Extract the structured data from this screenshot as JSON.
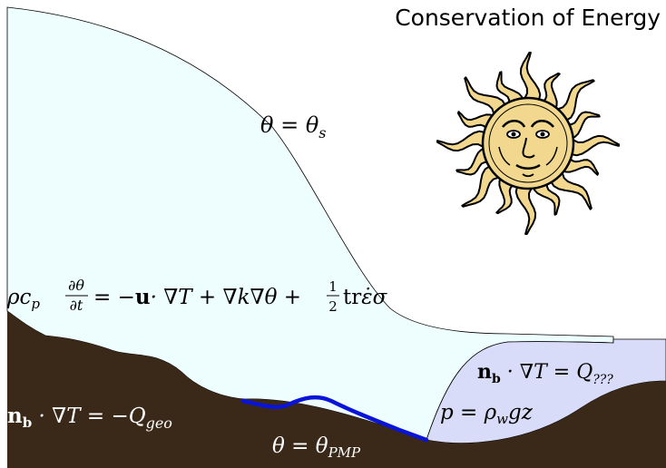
{
  "title": "Conservation of Energy",
  "labels": {
    "surface_bc": "θ = θ",
    "surface_bc_sub": "s",
    "energy_eq_lhs": "ρc",
    "energy_eq_lhs_sub": "p",
    "energy_eq_frac_num": "∂θ",
    "energy_eq_frac_den": "∂t",
    "energy_eq_rhs_1": "= −",
    "energy_eq_u": "u",
    "energy_eq_rhs_2": "· ∇T + ∇k∇θ +",
    "energy_eq_half_num": "1",
    "energy_eq_half_den": "2",
    "energy_eq_tr": "tr",
    "energy_eq_tail": "ε̇σ",
    "geo_flux_n": "n",
    "geo_flux_n_sub": "b",
    "geo_flux_mid": " · ∇T = −Q",
    "geo_flux_sub": "geo",
    "ocean_flux_n": "n",
    "ocean_flux_n_sub": "b",
    "ocean_flux_mid": " · ∇T = Q",
    "ocean_flux_sub": "???",
    "pressure_lhs": "p = ρ",
    "pressure_sub": "w",
    "pressure_rhs": "gz",
    "pmp_lhs": "θ = θ",
    "pmp_sub": "PMP"
  },
  "colors": {
    "ice": "#eefeff",
    "bedrock": "#3a2818",
    "ocean": "#d9dcf8",
    "basal_melt": "#0a14d8",
    "sun_fill": "#f2d78e",
    "sun_stroke": "#000000"
  },
  "icons": {
    "sun": "sun-face-icon"
  }
}
